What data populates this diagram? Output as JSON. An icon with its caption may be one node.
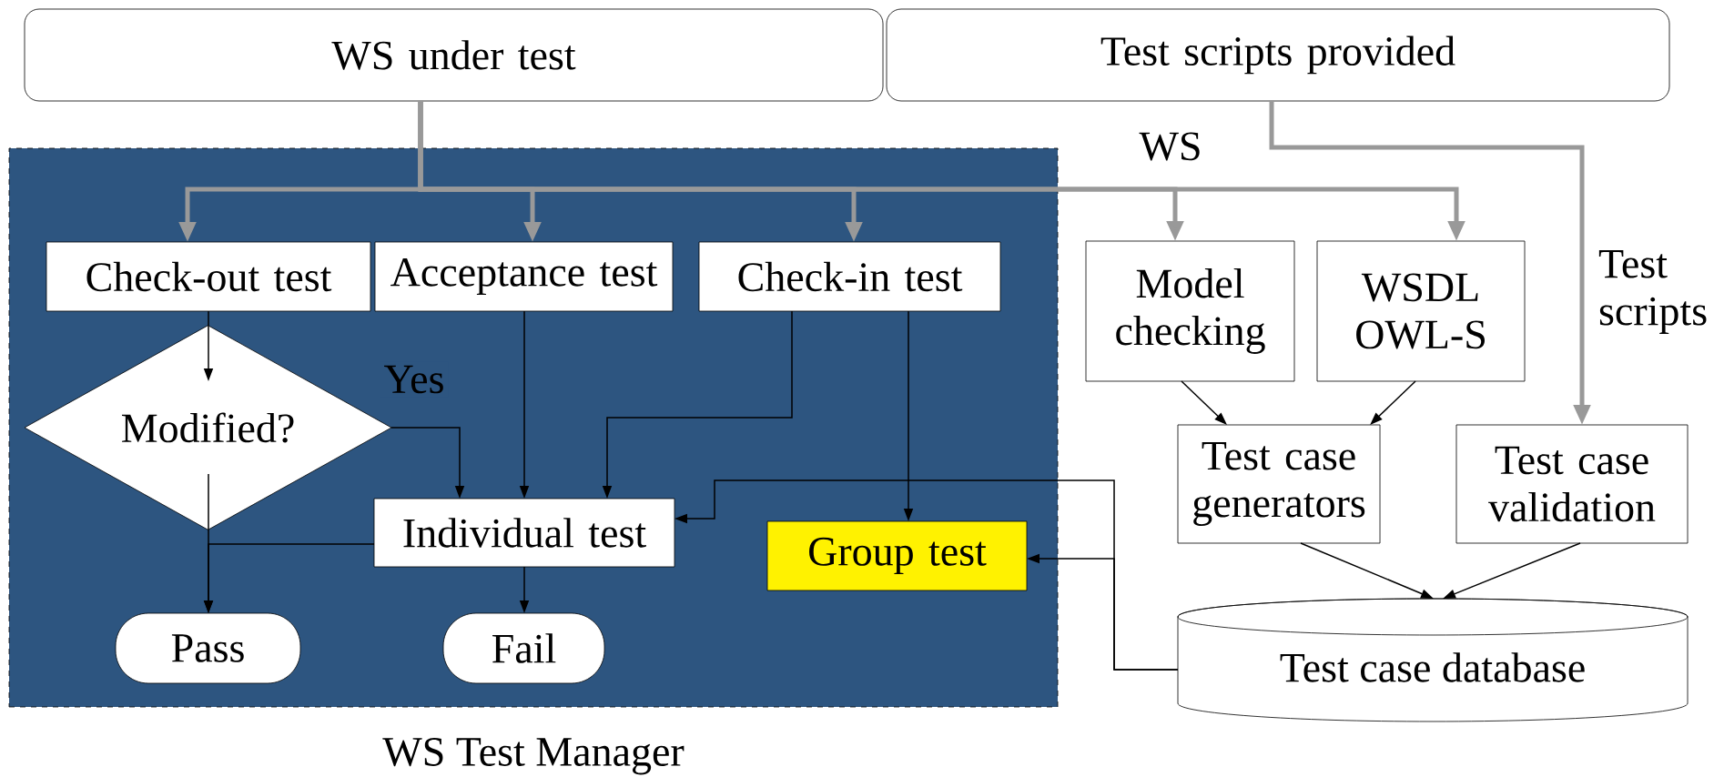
{
  "diagram": {
    "nodes": [
      {
        "text": [
          "WS under test"
        ]
      },
      {
        "text": [
          "Test scripts provided"
        ]
      },
      {
        "text": [
          "WS Test Manager"
        ]
      },
      {
        "text": [
          "Check-out test"
        ],
        "in": 2
      },
      {
        "text": [
          "Acceptance test"
        ],
        "in": 2
      },
      {
        "text": [
          "Check-in test"
        ],
        "in": 2
      },
      {
        "text": [
          "Modified?"
        ],
        "in": 2
      },
      {
        "text": [
          "Individual test"
        ],
        "in": 2
      },
      {
        "text": [
          "Group test"
        ],
        "in": 2
      },
      {
        "text": [
          "Pass"
        ],
        "in": 2
      },
      {
        "text": [
          "Fail"
        ],
        "in": 2
      },
      {
        "text": [
          "Model checking"
        ]
      },
      {
        "text": [
          "WSDL OWL-S"
        ]
      },
      {
        "text": [
          "Test case generators"
        ]
      },
      {
        "text": [
          "Test case validation"
        ]
      },
      {
        "text": [
          "Test case database"
        ]
      }
    ],
    "edges": [
      {
        "from": 0,
        "to": 3,
        "arrow": "to",
        "style": "thick",
        "color": "#999999"
      },
      {
        "from": 0,
        "to": 4,
        "arrow": "to",
        "style": "thick",
        "color": "#999999"
      },
      {
        "from": 0,
        "to": 5,
        "arrow": "to",
        "style": "thick",
        "color": "#999999"
      },
      {
        "from": 0,
        "to": 11,
        "arrow": "to",
        "style": "thick",
        "color": "#999999",
        "label": "WS"
      },
      {
        "from": 0,
        "to": 12,
        "arrow": "to",
        "style": "thick",
        "color": "#999999"
      },
      {
        "from": 1,
        "to": 14,
        "arrow": "to",
        "style": "thick",
        "color": "#999999",
        "label": "Test scripts"
      },
      {
        "from": 3,
        "to": 6,
        "arrow": "to"
      },
      {
        "from": 6,
        "to": 7,
        "arrow": "to",
        "label": "Yes"
      },
      {
        "from": 4,
        "to": 7,
        "arrow": "to"
      },
      {
        "from": 5,
        "to": 7,
        "arrow": "to"
      },
      {
        "from": 5,
        "to": 8,
        "arrow": "to"
      },
      {
        "from": 6,
        "to": 9,
        "arrow": "to"
      },
      {
        "from": 7,
        "to": 9,
        "arrow": "to"
      },
      {
        "from": 7,
        "to": 10,
        "arrow": "to"
      },
      {
        "from": 15,
        "to": 7,
        "arrow": "to"
      },
      {
        "from": 15,
        "to": 8,
        "arrow": "to"
      },
      {
        "from": 11,
        "to": 13,
        "arrow": "to"
      },
      {
        "from": 12,
        "to": 13,
        "arrow": "to"
      },
      {
        "from": 13,
        "to": 15,
        "arrow": "to"
      },
      {
        "from": 14,
        "to": 15,
        "arrow": "to"
      }
    ]
  }
}
